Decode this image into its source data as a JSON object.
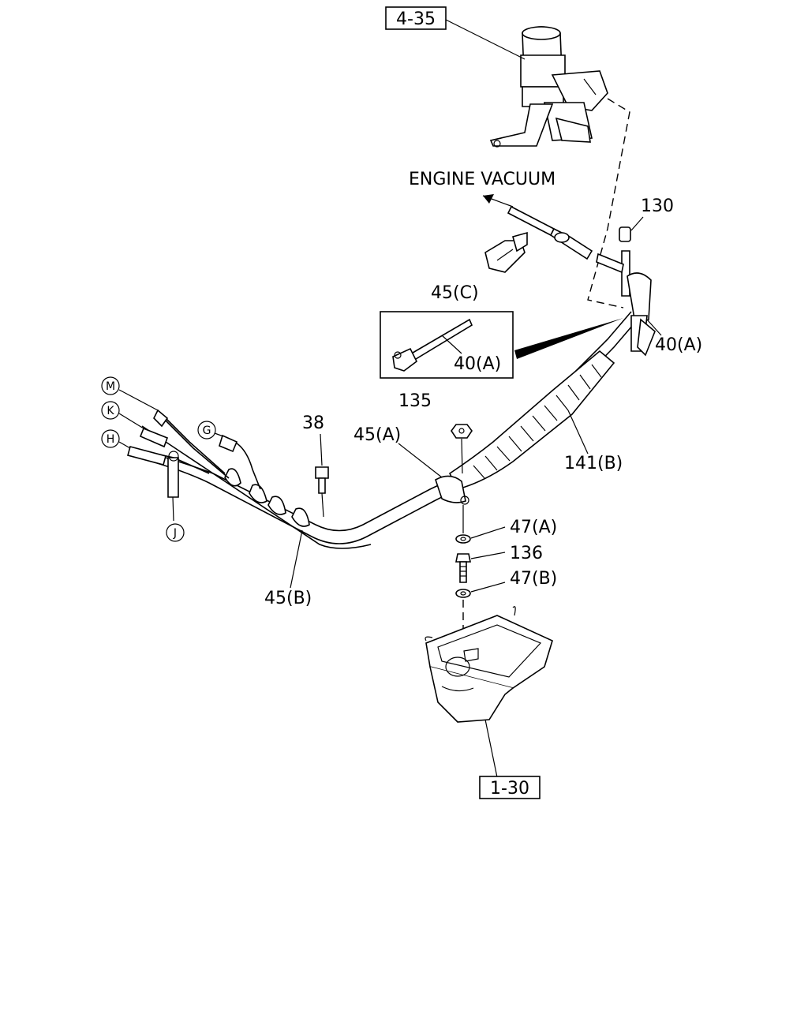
{
  "labels": {
    "ref_4_35": "4-35",
    "engine_vacuum": "ENGINE VACUUM",
    "p130": "130",
    "p45c": "45(C)",
    "p40a_inset": "40(A)",
    "p40a": "40(A)",
    "p135": "135",
    "p45a": "45(A)",
    "p38": "38",
    "p141b": "141(B)",
    "p47a": "47(A)",
    "p136": "136",
    "p47b": "47(B)",
    "p45b": "45(B)",
    "ref_1_30": "1-30",
    "conn_m": "M",
    "conn_k": "K",
    "conn_h": "H",
    "conn_g": "G",
    "conn_j": "J"
  }
}
